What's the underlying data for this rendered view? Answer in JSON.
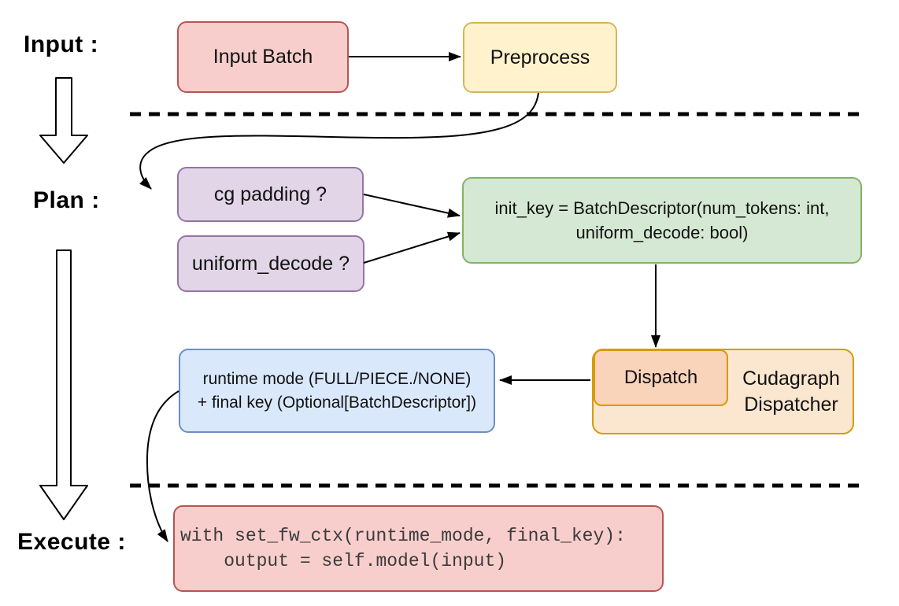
{
  "colors": {
    "red_fill": "#F8CECC",
    "red_stroke": "#B85450",
    "yellow_fill": "#FFF2CC",
    "yellow_stroke": "#D6B656",
    "purple_fill": "#E1D5E7",
    "purple_stroke": "#9673A6",
    "green_fill": "#D5E8D4",
    "green_stroke": "#82B366",
    "blue_fill": "#DAE8FC",
    "blue_stroke": "#6C8EBF",
    "orange_outer_fill": "#FBE6CF",
    "orange_inner_fill": "#F9D3BA",
    "orange_stroke": "#D79B00",
    "arrow": "#000000",
    "code_text": "#3B3B3B"
  },
  "stage_labels": {
    "input": "Input :",
    "plan": "Plan :",
    "execute": "Execute :"
  },
  "nodes": {
    "input_batch": {
      "label": "Input Batch"
    },
    "preprocess": {
      "label": "Preprocess"
    },
    "cg_padding": {
      "label": "cg padding ?"
    },
    "uniform_decode": {
      "label": "uniform_decode ?"
    },
    "init_key": {
      "line1": "init_key = BatchDescriptor(num_tokens: int,",
      "line2": "uniform_decode: bool)"
    },
    "dispatch": {
      "label": "Dispatch"
    },
    "cudagraph_dispatcher": {
      "line1": "Cudagraph",
      "line2": "Dispatcher"
    },
    "runtime_mode": {
      "line1": "runtime mode (FULL/PIECE./NONE)",
      "line2": "+ final key (Optional[BatchDescriptor])"
    },
    "execute_code": {
      "line1": "with set_fw_ctx(runtime_mode, final_key):",
      "line2": "    output = self.model(input)"
    }
  }
}
